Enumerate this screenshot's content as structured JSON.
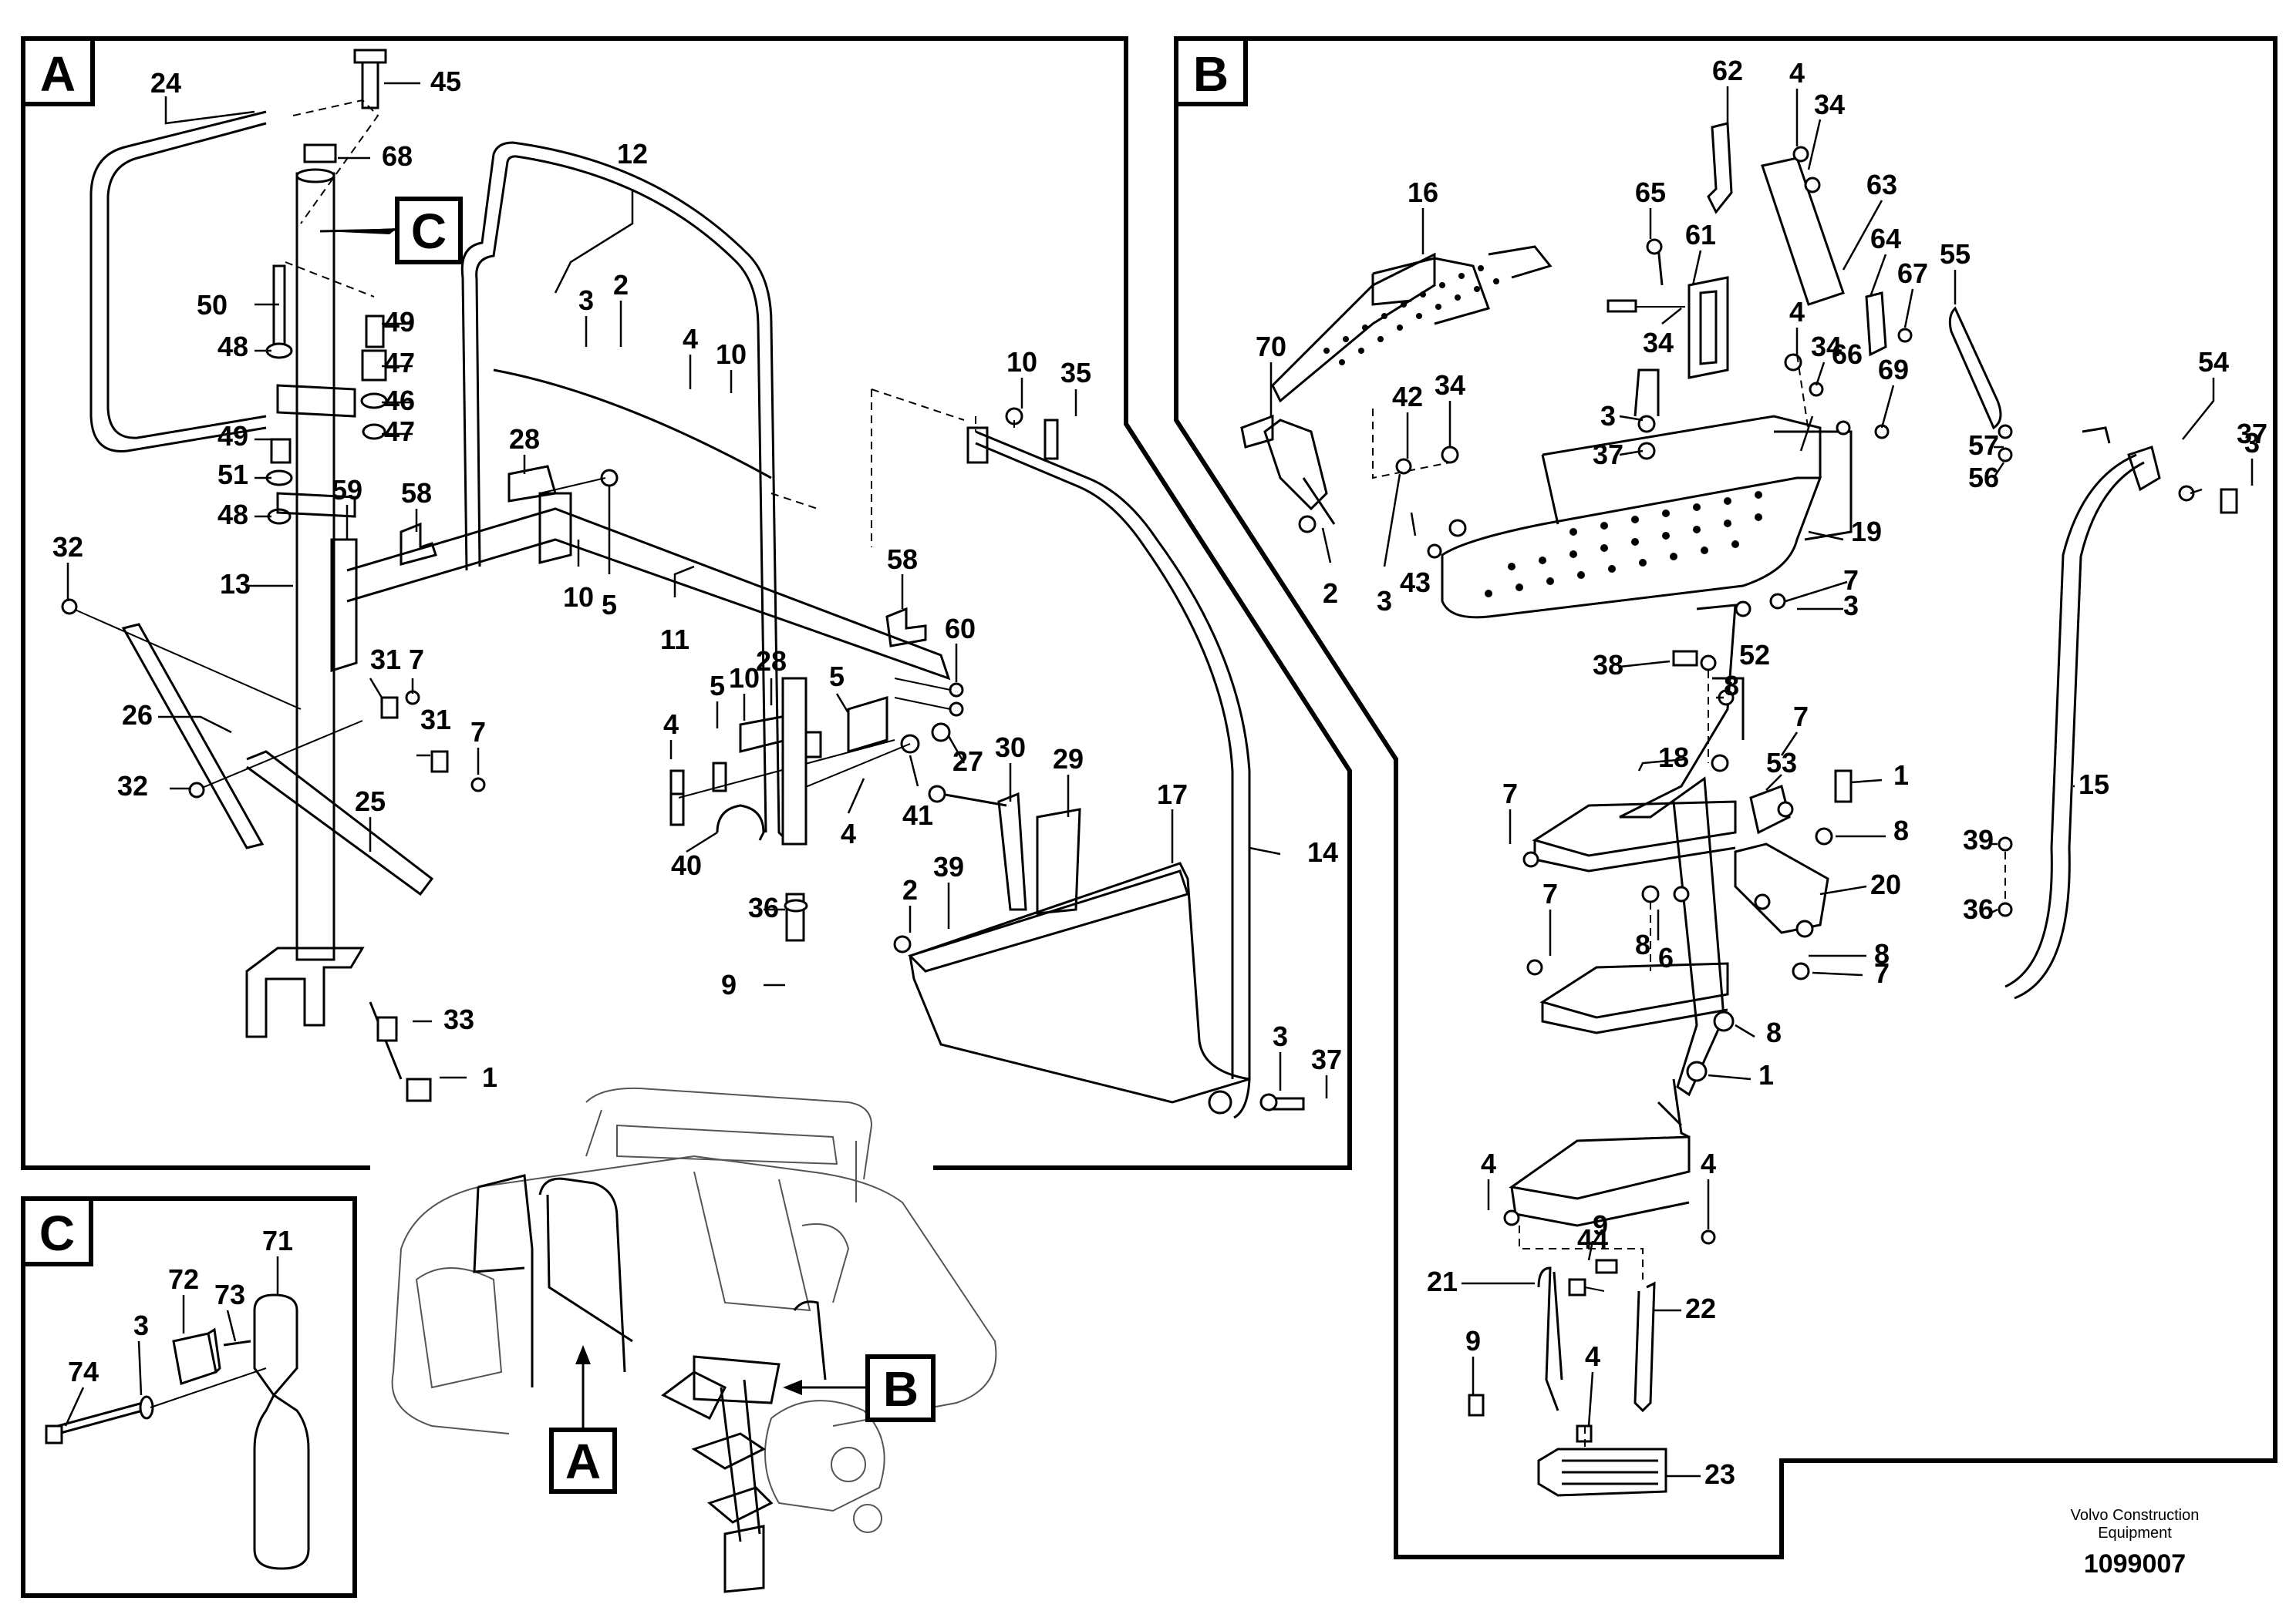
{
  "panels": {
    "a": {
      "letter": "A"
    },
    "b": {
      "letter": "B"
    },
    "c": {
      "letter": "C"
    }
  },
  "callouts": {
    "c_in_a": "C",
    "a_in_overview": "A",
    "b_in_overview": "B"
  },
  "labels_a": [
    "24",
    "45",
    "68",
    "12",
    "50",
    "49",
    "47",
    "46",
    "47",
    "48",
    "49",
    "51",
    "48",
    "3",
    "2",
    "4",
    "10",
    "10",
    "35",
    "28",
    "59",
    "58",
    "13",
    "32",
    "26",
    "32",
    "31",
    "7",
    "31",
    "7",
    "25",
    "10",
    "5",
    "11",
    "58",
    "60",
    "28",
    "10",
    "5",
    "4",
    "5",
    "27",
    "41",
    "4",
    "40",
    "30",
    "29",
    "17",
    "36",
    "2",
    "9",
    "39",
    "14",
    "33",
    "1",
    "3",
    "37"
  ],
  "labels_b": [
    "62",
    "4",
    "34",
    "63",
    "16",
    "65",
    "61",
    "64",
    "67",
    "55",
    "70",
    "34",
    "4",
    "34",
    "42",
    "34",
    "69",
    "54",
    "3",
    "37",
    "66",
    "3",
    "37",
    "57",
    "56",
    "2",
    "3",
    "43",
    "19",
    "7",
    "3",
    "38",
    "52",
    "8",
    "18",
    "7",
    "53",
    "1",
    "7",
    "8",
    "20",
    "7",
    "6",
    "8",
    "8",
    "7",
    "8",
    "1",
    "39",
    "15",
    "36",
    "4",
    "4",
    "9",
    "44",
    "21",
    "22",
    "9",
    "4",
    "23"
  ],
  "labels_c": [
    "71",
    "72",
    "73",
    "3",
    "74"
  ],
  "footer": {
    "company_line1": "Volvo Construction",
    "company_line2": "Equipment",
    "drawing_number": "1099007"
  }
}
